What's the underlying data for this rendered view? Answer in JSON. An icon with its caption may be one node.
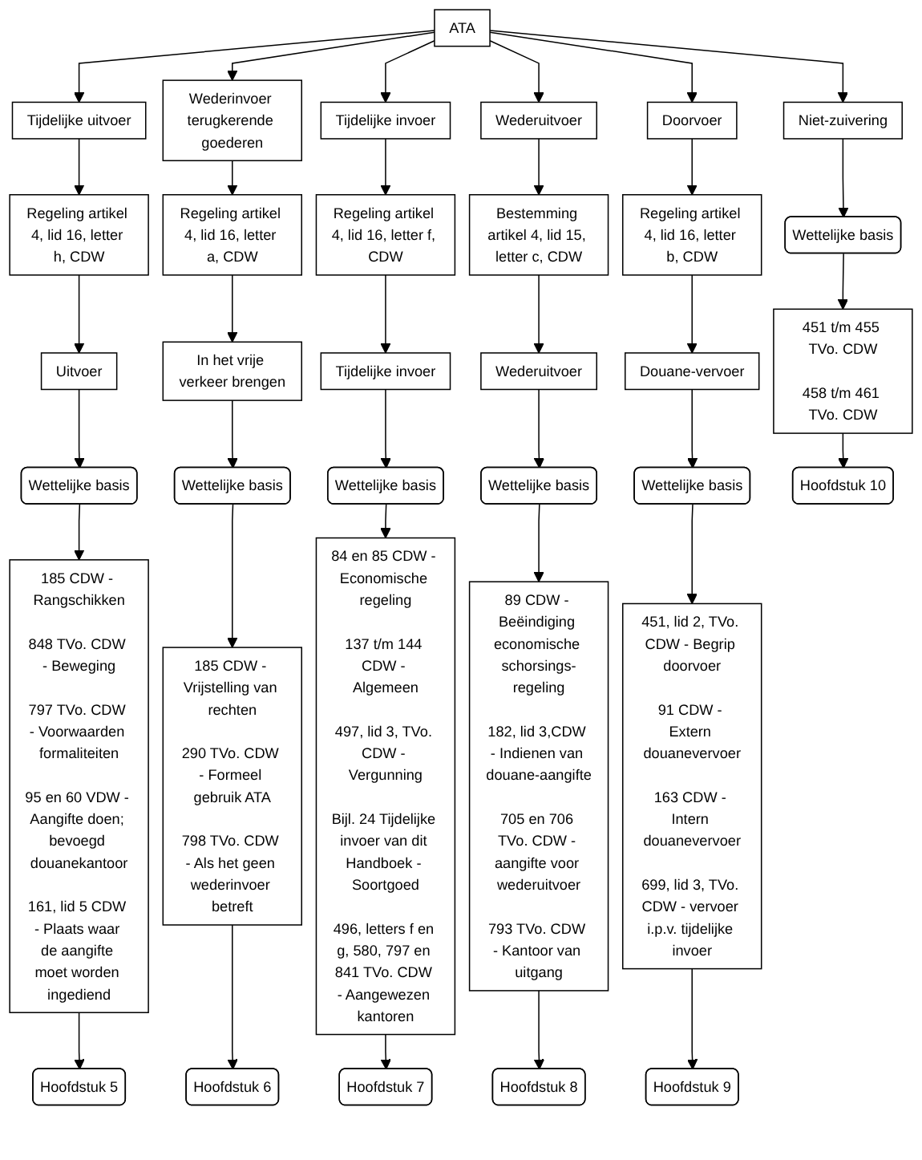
{
  "diagram": {
    "nodes": [
      {
        "text": [
          "ATA"
        ]
      },
      {
        "text": [
          "Tijdelijke uitvoer"
        ]
      },
      {
        "text": [
          "Wederinvoer terugkerende goederen"
        ]
      },
      {
        "text": [
          "Tijdelijke invoer"
        ]
      },
      {
        "text": [
          "Wederuitvoer"
        ]
      },
      {
        "text": [
          "Doorvoer"
        ]
      },
      {
        "text": [
          "Niet-zuivering"
        ]
      },
      {
        "text": [
          "Regeling artikel 4, lid 16, letter h, CDW"
        ]
      },
      {
        "text": [
          "Regeling artikel 4, lid 16, letter a, CDW"
        ]
      },
      {
        "text": [
          "Regeling artikel 4, lid 16, letter f, CDW"
        ]
      },
      {
        "text": [
          "Bestemming artikel 4, lid 15, letter c, CDW"
        ]
      },
      {
        "text": [
          "Regeling artikel 4, lid 16, letter b, CDW"
        ]
      },
      {
        "text": [
          "Uitvoer"
        ]
      },
      {
        "text": [
          "In het vrije verkeer brengen"
        ]
      },
      {
        "text": [
          "Tijdelijke invoer"
        ]
      },
      {
        "text": [
          "Wederuitvoer"
        ]
      },
      {
        "text": [
          "Douane-vervoer"
        ]
      },
      {
        "text": [
          "Wettelijke basis"
        ]
      },
      {
        "text": [
          "Wettelijke basis"
        ]
      },
      {
        "text": [
          "Wettelijke basis"
        ]
      },
      {
        "text": [
          "Wettelijke basis"
        ]
      },
      {
        "text": [
          "Wettelijke basis"
        ]
      },
      {
        "text": [
          "Wettelijke basis"
        ]
      },
      {
        "text": [
          "185 CDW - Rangschikken",
          "848 TVo. CDW - Beweging",
          "797 TVo. CDW - Voorwaarden formaliteiten",
          "95 en 60 VDW - Aangifte doen; bevoegd douanekantoor",
          "161, lid 5 CDW - Plaats waar de aangifte moet worden ingediend"
        ]
      },
      {
        "text": [
          "185 CDW - Vrijstelling van rechten",
          "290 TVo. CDW - Formeel gebruik ATA",
          "798 TVo. CDW - Als het geen wederinvoer betreft"
        ]
      },
      {
        "text": [
          "84 en 85 CDW - Economische regeling",
          "137 t/m 144 CDW - Algemeen",
          "497, lid 3, TVo. CDW - Vergunning",
          "Bijl. 24 Tijdelijke invoer van dit Handboek - Soortgoed",
          "496, letters f en g, 580, 797 en 841 TVo. CDW - Aangewezen kantoren"
        ]
      },
      {
        "text": [
          "89 CDW - Beëindiging economische schorsings-regeling",
          "182, lid 3,CDW - Indienen van douane-aangifte",
          "705 en 706 TVo. CDW - aangifte voor wederuitvoer",
          "793 TVo. CDW - Kantoor van uitgang"
        ]
      },
      {
        "text": [
          "451, lid 2, TVo. CDW - Begrip doorvoer",
          "91 CDW - Extern douanevervoer",
          "163 CDW - Intern douanevervoer",
          "699, lid 3, TVo. CDW - vervoer i.p.v. tijdelijke invoer"
        ]
      },
      {
        "text": [
          "451 t/m 455 TVo. CDW",
          "458 t/m 461 TVo. CDW"
        ]
      },
      {
        "text": [
          "Hoofdstuk 5"
        ]
      },
      {
        "text": [
          "Hoofdstuk 6"
        ]
      },
      {
        "text": [
          "Hoofdstuk 7"
        ]
      },
      {
        "text": [
          "Hoofdstuk 8"
        ]
      },
      {
        "text": [
          "Hoofdstuk 9"
        ]
      },
      {
        "text": [
          "Hoofdstuk 10"
        ]
      }
    ],
    "edges": [
      {
        "from": 0,
        "to": 1,
        "arrow": "to"
      },
      {
        "from": 0,
        "to": 2,
        "arrow": "to"
      },
      {
        "from": 0,
        "to": 3,
        "arrow": "to"
      },
      {
        "from": 0,
        "to": 4,
        "arrow": "to"
      },
      {
        "from": 0,
        "to": 5,
        "arrow": "to"
      },
      {
        "from": 0,
        "to": 6,
        "arrow": "to"
      },
      {
        "from": 1,
        "to": 7,
        "arrow": "to"
      },
      {
        "from": 2,
        "to": 8,
        "arrow": "to"
      },
      {
        "from": 3,
        "to": 9,
        "arrow": "to"
      },
      {
        "from": 4,
        "to": 10,
        "arrow": "to"
      },
      {
        "from": 5,
        "to": 11,
        "arrow": "to"
      },
      {
        "from": 7,
        "to": 12,
        "arrow": "to"
      },
      {
        "from": 8,
        "to": 13,
        "arrow": "to"
      },
      {
        "from": 9,
        "to": 14,
        "arrow": "to"
      },
      {
        "from": 10,
        "to": 15,
        "arrow": "to"
      },
      {
        "from": 11,
        "to": 16,
        "arrow": "to"
      },
      {
        "from": 12,
        "to": 17,
        "arrow": "to"
      },
      {
        "from": 13,
        "to": 18,
        "arrow": "to"
      },
      {
        "from": 14,
        "to": 19,
        "arrow": "to"
      },
      {
        "from": 15,
        "to": 20,
        "arrow": "to"
      },
      {
        "from": 16,
        "to": 21,
        "arrow": "to"
      },
      {
        "from": 6,
        "to": 22,
        "arrow": "to"
      },
      {
        "from": 17,
        "to": 23,
        "arrow": "to"
      },
      {
        "from": 18,
        "to": 24,
        "arrow": "to"
      },
      {
        "from": 19,
        "to": 25,
        "arrow": "to"
      },
      {
        "from": 20,
        "to": 26,
        "arrow": "to"
      },
      {
        "from": 21,
        "to": 27,
        "arrow": "to"
      },
      {
        "from": 22,
        "to": 28,
        "arrow": "to"
      },
      {
        "from": 23,
        "to": 29,
        "arrow": "to"
      },
      {
        "from": 24,
        "to": 30,
        "arrow": "to"
      },
      {
        "from": 25,
        "to": 31,
        "arrow": "to"
      },
      {
        "from": 26,
        "to": 32,
        "arrow": "to"
      },
      {
        "from": 27,
        "to": 33,
        "arrow": "to"
      },
      {
        "from": 28,
        "to": 34,
        "arrow": "to"
      }
    ]
  }
}
